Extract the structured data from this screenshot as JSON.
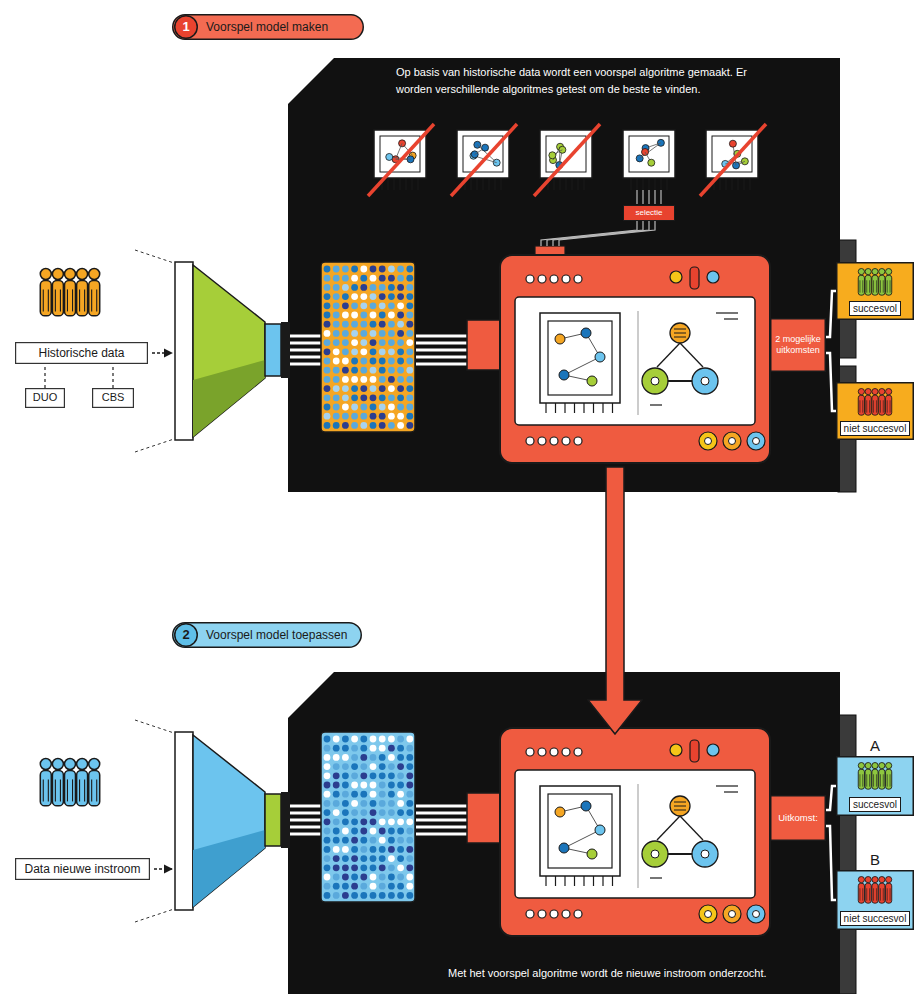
{
  "diagram": {
    "nodes": [
      {
        "text": [
          "Voorspel model maken"
        ]
      },
      {
        "text": [
          "1"
        ],
        "in": 0
      },
      {
        "text": [
          "Op basis van historische data wordt een voorspel algoritme gemaakt. Er worden verschillende algoritmes getest om de beste te vinden."
        ]
      },
      {
        "text": [
          "selectie"
        ],
        "in": 2
      },
      {
        "text": [
          "Historische data"
        ]
      },
      {
        "text": [
          "DUO"
        ]
      },
      {
        "text": [
          "CBS"
        ]
      },
      {
        "text": [
          "2 mogelijke uitkomsten"
        ],
        "in": 2
      },
      {
        "text": [
          "succesvol"
        ]
      },
      {
        "text": [
          "niet succesvol"
        ]
      },
      {
        "text": [
          "Voorspel model toepassen"
        ]
      },
      {
        "text": [
          "2"
        ],
        "in": 10
      },
      {
        "text": [
          "Met het voorspel algoritme wordt de nieuwe instroom onderzocht."
        ]
      },
      {
        "text": [
          "Data nieuwe instroom"
        ]
      },
      {
        "text": [
          "Uitkomst:"
        ],
        "in": 12
      },
      {
        "text": [
          "A",
          "succesvol"
        ]
      },
      {
        "text": [
          "B",
          "niet succesvol"
        ]
      }
    ],
    "edges": [
      {
        "from": 5,
        "to": 4,
        "arrow": "none"
      },
      {
        "from": 6,
        "to": 4,
        "arrow": "none"
      },
      {
        "from": 7,
        "to": 8,
        "arrow": "none"
      },
      {
        "from": 7,
        "to": 9,
        "arrow": "none"
      },
      {
        "from": 14,
        "to": 15,
        "arrow": "none"
      },
      {
        "from": 14,
        "to": 16,
        "arrow": "none"
      }
    ]
  }
}
